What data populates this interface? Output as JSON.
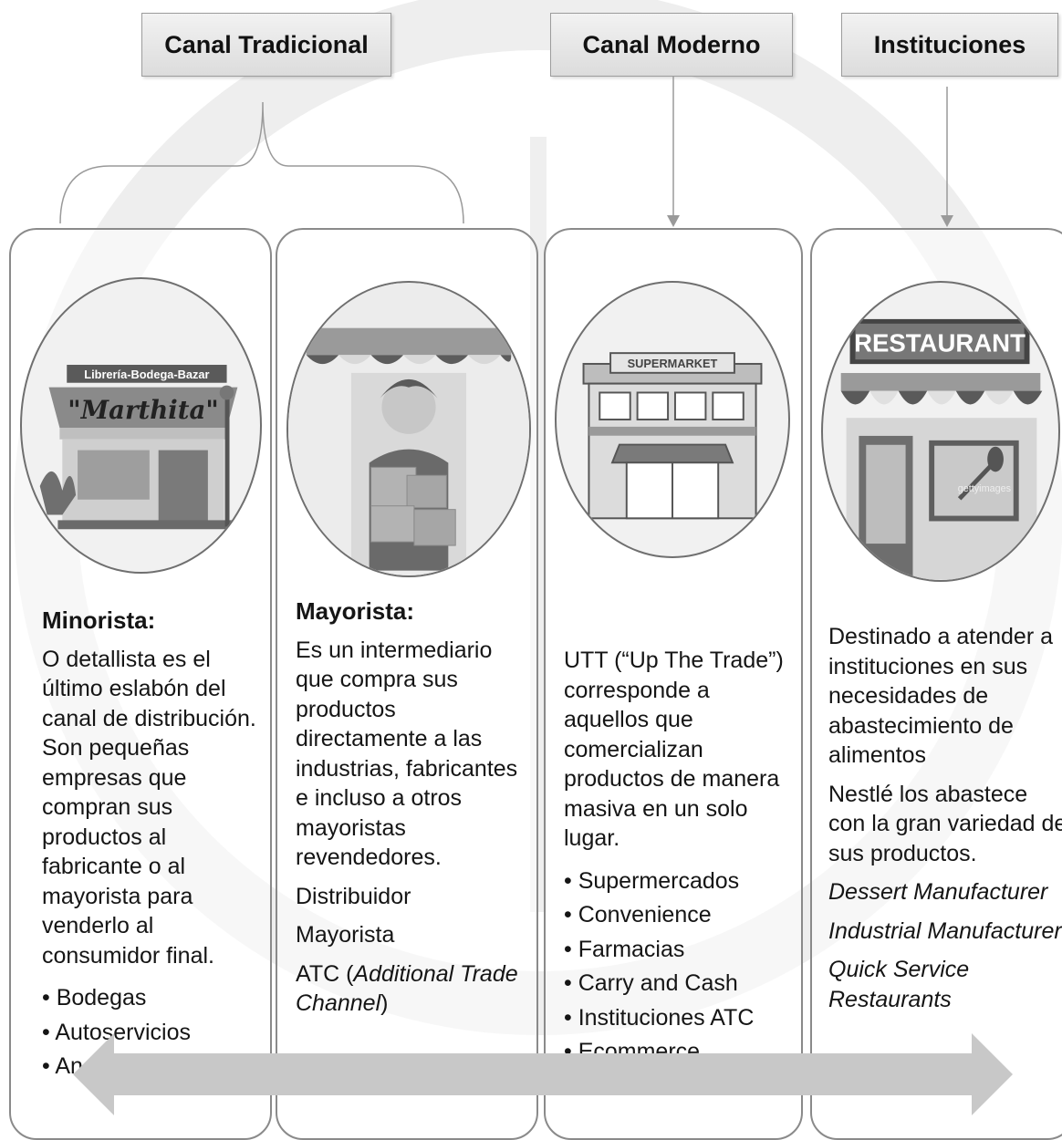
{
  "headers": {
    "traditional": "Canal Tradicional",
    "modern": "Canal Moderno",
    "institutions": "Instituciones"
  },
  "cards": {
    "minorista": {
      "sign_top": "Librería-Bodega-Bazar",
      "sign_name": "\"Marthita\"",
      "title": "Minorista:",
      "description": "O detallista es el último eslabón del canal de distribución. Son pequeñas empresas que compran sus productos al fabricante o al mayorista para venderlo al consumidor final.",
      "bullets": [
        "Bodegas",
        "Autoservicios",
        "An"
      ]
    },
    "mayorista": {
      "title": "Mayorista:",
      "description": "Es un intermediario que compra sus productos directamente a las industrias, fabricantes e incluso a otros mayoristas revendedores.",
      "items": [
        "Distribuidor",
        "Mayorista"
      ],
      "atc_prefix": "ATC (",
      "atc_italic": "Additional Trade Channel",
      "atc_suffix": ")"
    },
    "moderno": {
      "sign": "SUPERMARKET",
      "description": "UTT (“Up The Trade”) corresponde a aquellos que comercializan productos de manera masiva en un solo lugar.",
      "bullets": [
        "Supermercados",
        "Convenience",
        "Farmacias",
        "Carry and Cash",
        "Instituciones ATC",
        "Ecommerce"
      ]
    },
    "instituciones": {
      "sign": "RESTAURANT",
      "watermark": "gettyimages",
      "description": "Destinado a atender a instituciones en sus necesidades de abastecimiento de alimentos",
      "description2": "Nestlé los abastece con la gran variedad de sus productos.",
      "items": [
        "Dessert Manufacturer",
        "Industrial Manufacturer",
        "Quick Service Restaurants"
      ]
    }
  },
  "colors": {
    "header_fill": "#dcdcdc",
    "card_border": "#8a8a8a",
    "arrow_fill": "#c8c8c8"
  }
}
